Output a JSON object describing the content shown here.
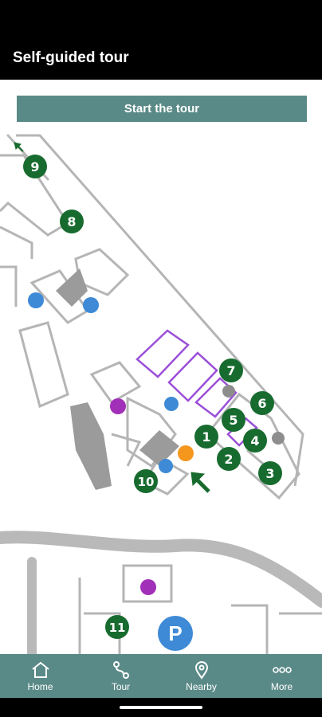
{
  "header": {
    "title": "Self-guided tour"
  },
  "actions": {
    "start_label": "Start the tour"
  },
  "map": {
    "stops": [
      "1",
      "2",
      "3",
      "4",
      "5",
      "6",
      "7",
      "8",
      "9",
      "10",
      "11"
    ],
    "parking_label": "P",
    "colors": {
      "stop": "#176b2e",
      "building_line": "#b5b5b5",
      "road": "#b9b9b9",
      "highlight": "#9b4fd8",
      "info": "#f5961d",
      "amenity": "#3e8ad6"
    }
  },
  "nav": {
    "items": [
      {
        "label": "Home",
        "icon": "home-icon"
      },
      {
        "label": "Tour",
        "icon": "route-icon"
      },
      {
        "label": "Nearby",
        "icon": "location-pin-icon"
      },
      {
        "label": "More",
        "icon": "more-icon"
      }
    ]
  }
}
